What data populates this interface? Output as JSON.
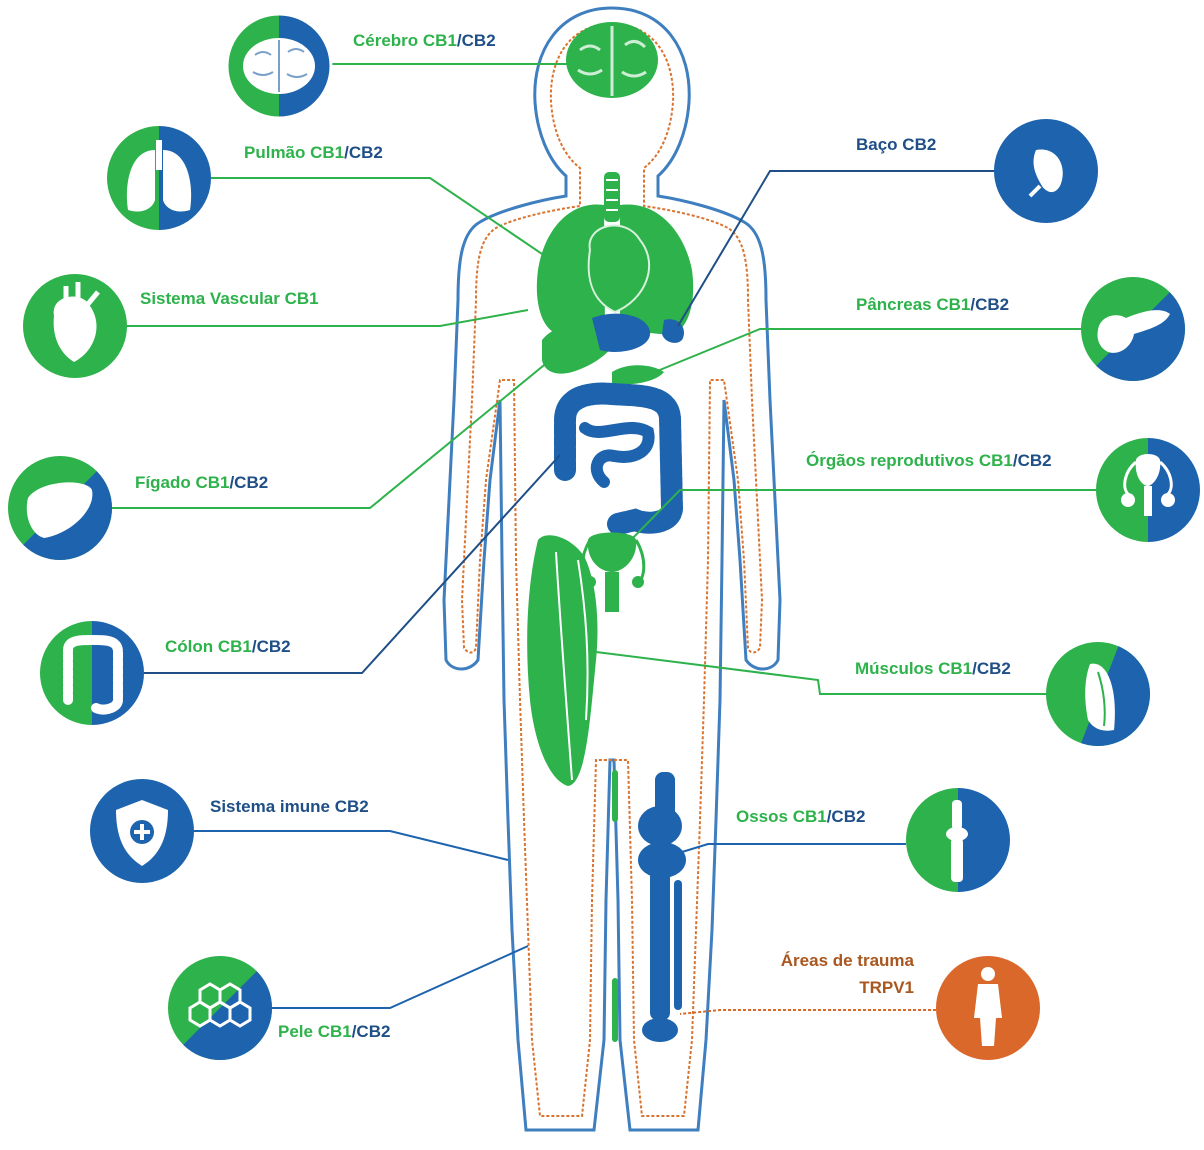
{
  "colors": {
    "green": "#2eb24b",
    "blue": "#1d63ad",
    "orange": "#d9682a",
    "outline_blue": "#3f7fbf",
    "outline_orange": "#d9732f",
    "label_dark": "#1f4f86",
    "label_trauma": "#a9561f"
  },
  "labels": {
    "cerebro": {
      "a": "Cérebro CB1",
      "b": "/CB2"
    },
    "pulmao": {
      "a": "Pulmão CB1",
      "b": "/CB2"
    },
    "vascular": {
      "a": "Sistema Vascular CB1"
    },
    "figado": {
      "a": "Fígado CB1",
      "b": "/CB2"
    },
    "colon": {
      "a": "Cólon CB1",
      "b": "/CB2"
    },
    "imune": {
      "a": "Sistema imune CB2"
    },
    "pele": {
      "a": "Pele CB1",
      "b": "/CB2"
    },
    "baco": {
      "a": "Baço CB2"
    },
    "pancreas": {
      "a": "Pâncreas CB1",
      "b": "/CB2"
    },
    "orgaos": {
      "a": "Órgãos reprodutivos CB1",
      "b": "/CB2"
    },
    "musculos": {
      "a": "Músculos CB1",
      "b": "/CB2"
    },
    "ossos": {
      "a": "Ossos CB1",
      "b": "/CB2"
    },
    "trauma": {
      "a": "Áreas de trauma",
      "b": "TRPV1"
    }
  },
  "icons": [
    "brain-icon",
    "lungs-icon",
    "heart-icon",
    "liver-icon",
    "colon-icon",
    "immune-shield-icon",
    "skin-cells-icon",
    "spleen-icon",
    "pancreas-icon",
    "reproductive-organs-icon",
    "muscle-icon",
    "bone-icon",
    "human-figure-icon"
  ]
}
